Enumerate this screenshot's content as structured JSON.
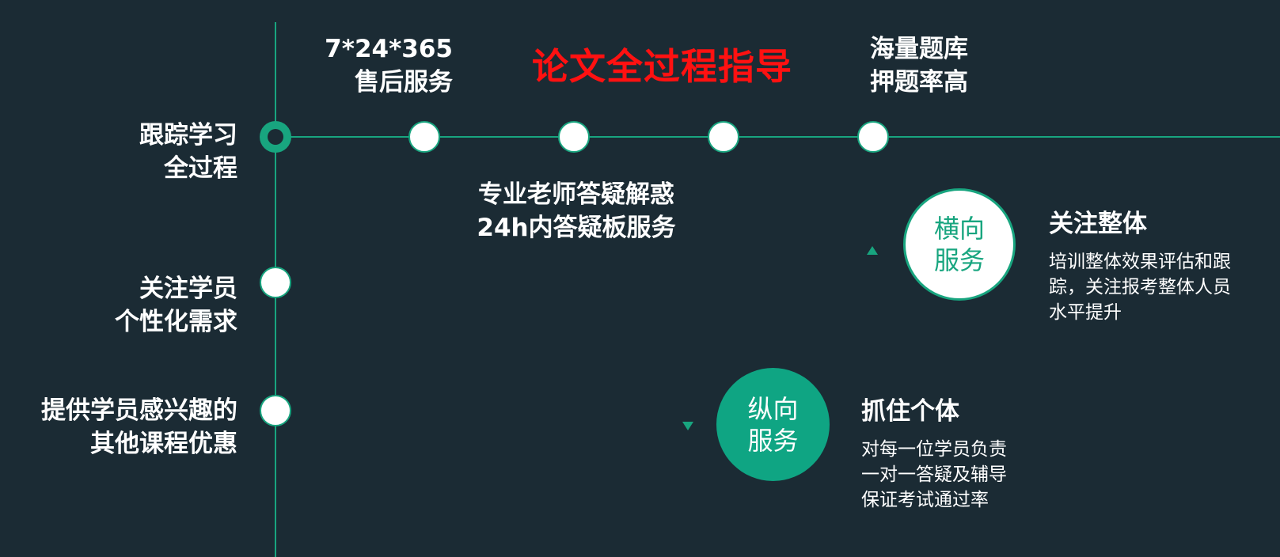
{
  "title": "论文全过程指导",
  "timeline_top": [
    {
      "line1": "7*24*365",
      "line2": "售后服务"
    },
    {
      "line1": "海量题库",
      "line2": "押题率高"
    }
  ],
  "timeline_bottom": {
    "line1": "专业老师答疑解惑",
    "line2": "24h内答疑板服务"
  },
  "left_items": [
    {
      "line1": "跟踪学习",
      "line2": "全过程"
    },
    {
      "line1": "关注学员",
      "line2": "个性化需求"
    },
    {
      "line1": "提供学员感兴趣的",
      "line2": "其他课程优惠"
    }
  ],
  "horizontal_service": {
    "circle_line1": "横向",
    "circle_line2": "服务",
    "title": "关注整体",
    "desc": [
      "培训整体效果评估和跟",
      "踪，关注报考整体人员",
      "水平提升"
    ]
  },
  "vertical_service": {
    "circle_line1": "纵向",
    "circle_line2": "服务",
    "title": "抓住个体",
    "desc": [
      "对每一位学员负责",
      "一对一答疑及辅导",
      "保证考试通过率"
    ]
  },
  "colors": {
    "background": "#1b2b34",
    "accent": "#18a57f",
    "title_red": "#ff1111",
    "text": "#ffffff"
  }
}
